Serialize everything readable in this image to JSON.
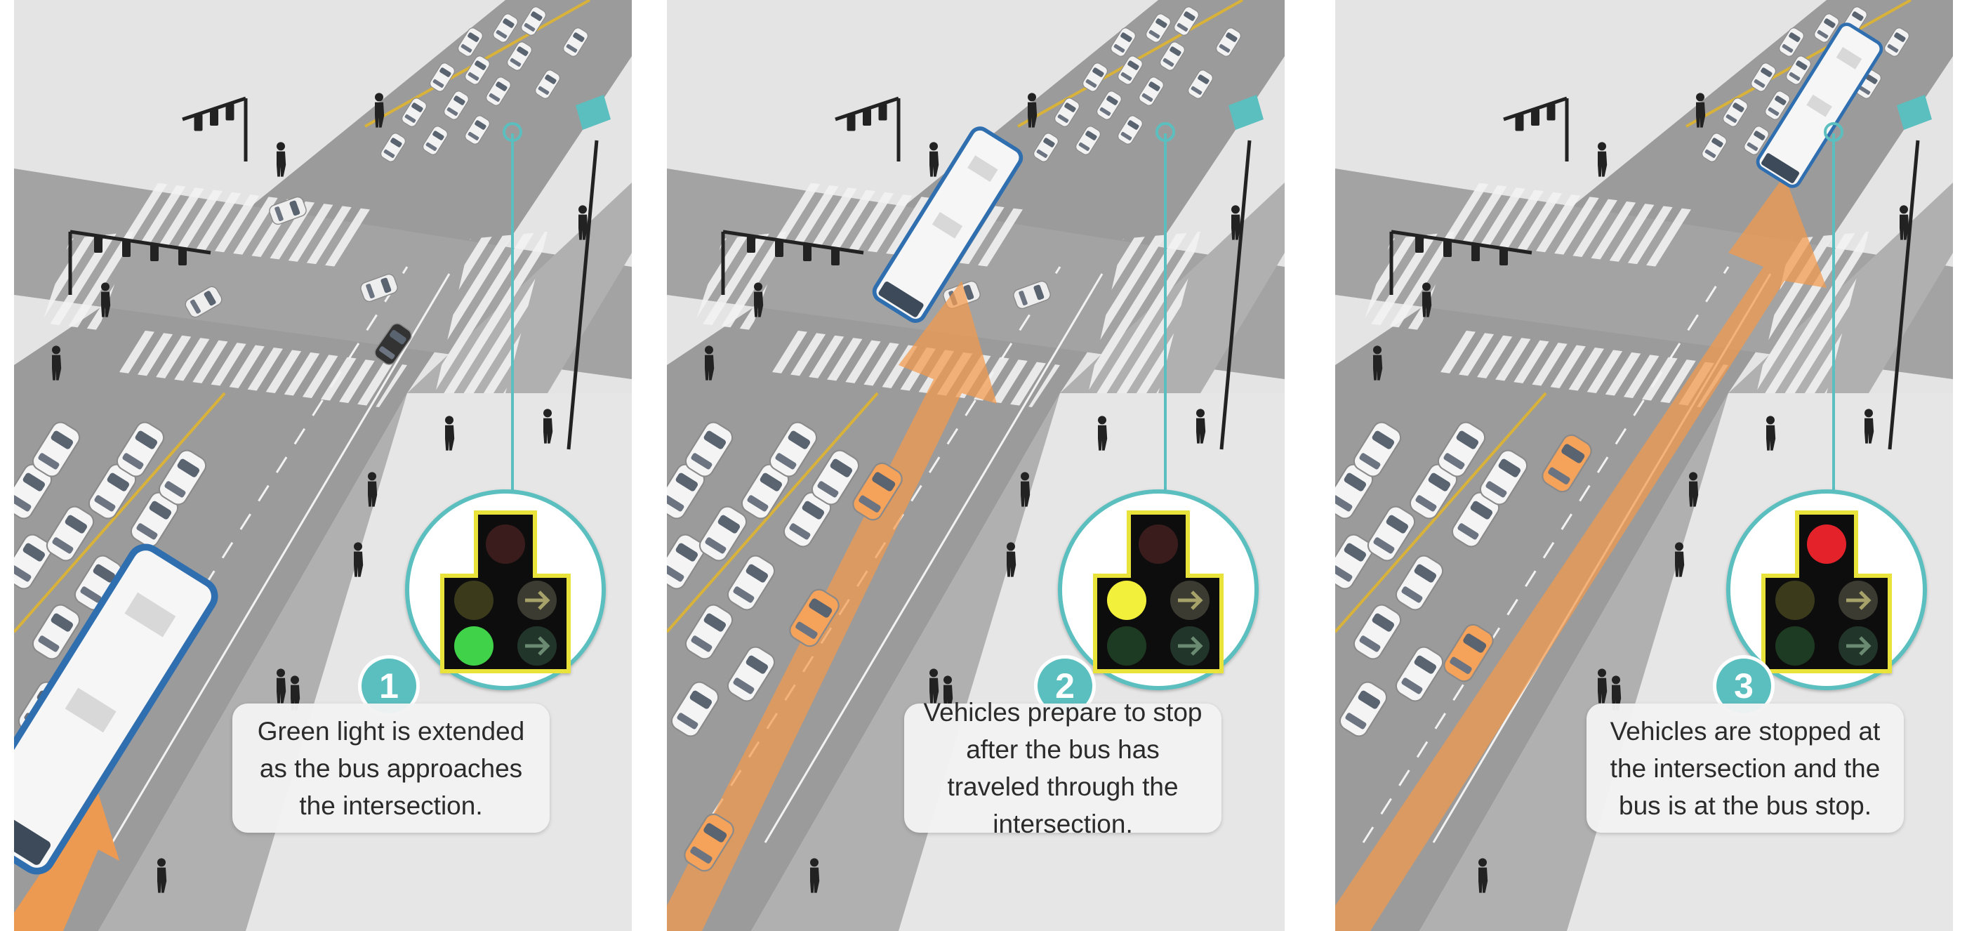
{
  "panels": [
    {
      "step": "1",
      "caption": "Green light is extended as the bus approaches the intersection.",
      "signal_state": "green",
      "bus_position": "approaching"
    },
    {
      "step": "2",
      "caption": "Vehicles prepare to stop after the bus has traveled through the intersection.",
      "signal_state": "yellow",
      "bus_position": "through-intersection"
    },
    {
      "step": "3",
      "caption": "Vehicles are stopped at the intersection and the bus is at the bus stop.",
      "signal_state": "red",
      "bus_position": "at-bus-stop"
    }
  ],
  "colors": {
    "road": "#9b9b9b",
    "sidewalk": "#dcdcdc",
    "accent_teal": "#5cbfbf",
    "arrow_orange": "#f39a4c",
    "signal_housing": "#111111",
    "signal_border": "#e8e23a",
    "green_on": "#3fd24a",
    "yellow_on": "#f3f03a",
    "red_on": "#e4202a"
  },
  "icons": [
    "traffic-signal-icon",
    "bus-icon",
    "car-icon",
    "pedestrian-icon",
    "arrow-icon"
  ]
}
